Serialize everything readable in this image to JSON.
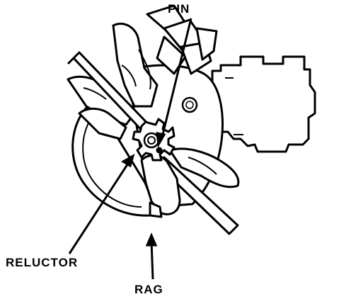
{
  "diagram": {
    "labels": {
      "pin": "PIN",
      "reluctor": "RELUCTOR",
      "rag": "RAG"
    },
    "colors": {
      "ink": "#000000",
      "paper": "#ffffff"
    }
  }
}
